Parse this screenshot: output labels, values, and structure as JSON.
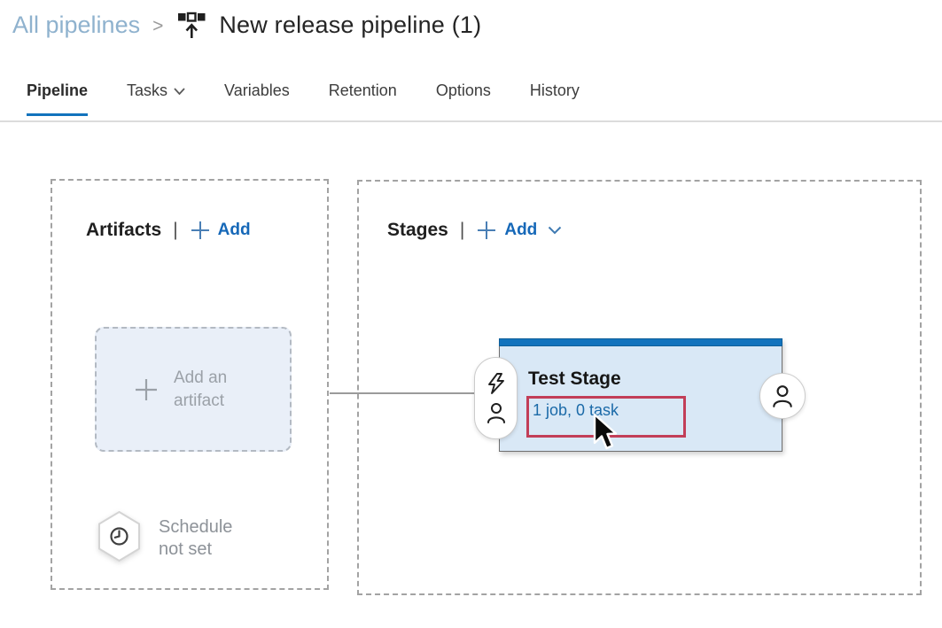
{
  "colors": {
    "accent": "#1273bd",
    "link-blue": "#1668b8",
    "stage-link": "#1b6aa8",
    "breadcrumb-blue": "#8fb2ce",
    "annotation-red": "#c23e58",
    "stage-fill": "#d9e8f6",
    "panel-border": "#a3a3a3",
    "text-dark": "#252525",
    "text-gray": "#8d9298"
  },
  "breadcrumb": {
    "parent": "All pipelines",
    "separator": ">",
    "title": "New release pipeline (1)"
  },
  "tabs": [
    {
      "label": "Pipeline",
      "active": true
    },
    {
      "label": "Tasks",
      "dropdown": true
    },
    {
      "label": "Variables"
    },
    {
      "label": "Retention"
    },
    {
      "label": "Options"
    },
    {
      "label": "History"
    }
  ],
  "artifacts": {
    "title": "Artifacts",
    "divider": "|",
    "add_label": "Add",
    "add_artifact_label": "Add an artifact",
    "schedule_label": "Schedule not set"
  },
  "stages": {
    "title": "Stages",
    "divider": "|",
    "add_label": "Add"
  },
  "stage_card": {
    "title": "Test Stage",
    "link": "1 job, 0 task"
  },
  "icons": {
    "release-pipeline-icon": "three-squares-with-up-arrow",
    "chevron-down-icon": "v",
    "plus-icon": "+",
    "lightning-icon": "bolt-outline",
    "person-icon": "person-outline",
    "clock-icon": "clock-in-hexagon",
    "cursor-icon": "mouse-pointer-arrow"
  }
}
